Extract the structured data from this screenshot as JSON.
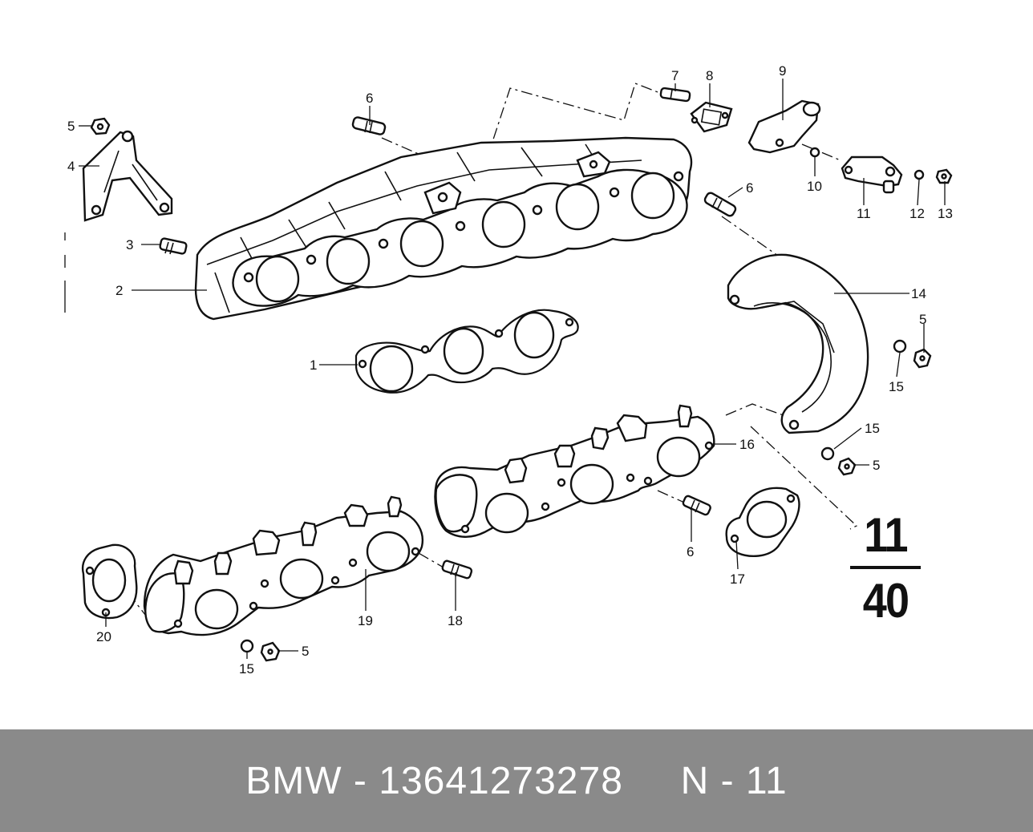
{
  "diagram": {
    "callouts": {
      "c1": "1",
      "c2": "2",
      "c3": "3",
      "c4": "4",
      "c5a": "5",
      "c6a": "6",
      "c6b": "6",
      "c6c": "6",
      "c7": "7",
      "c8": "8",
      "c9": "9",
      "c10": "10",
      "c11": "11",
      "c12": "12",
      "c13": "13",
      "c14": "14",
      "c5b": "5",
      "c15a": "15",
      "c15b": "15",
      "c5c": "5",
      "c16": "16",
      "c17": "17",
      "c18": "18",
      "c19": "19",
      "c20": "20",
      "c15c": "15",
      "c5d": "5"
    },
    "group_number": {
      "top": "11",
      "bottom": "40"
    }
  },
  "footer": {
    "text": "BMW - 13641273278     N - 11",
    "background": "#8a8a8a",
    "text_color": "#ffffff"
  }
}
